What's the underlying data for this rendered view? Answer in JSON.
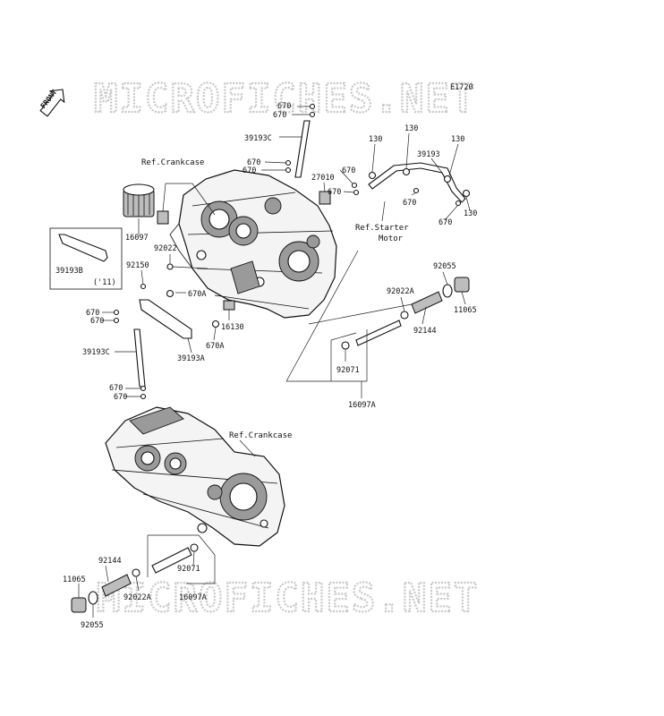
{
  "diagram_code": "E1720",
  "front_label": "FRONT",
  "watermarks": {
    "top": "MICROFICHES.NET",
    "bottom": "MICROFICHES.NET"
  },
  "refs": {
    "crankcase_top": "Ref.Crankcase",
    "crankcase_bottom": "Ref.Crankcase",
    "starter_line1": "Ref.Starter",
    "starter_line2": "Motor"
  },
  "parts": {
    "p670_1": "670",
    "p670_2": "670",
    "p39193C_top": "39193C",
    "p670_3": "670",
    "p670_4": "670",
    "p27010": "27010",
    "p130_1": "130",
    "p130_2": "130",
    "p39193": "39193",
    "p130_3": "130",
    "p670_5": "670",
    "p670_6": "670",
    "p670_7": "670",
    "p130_4": "130",
    "p16097": "16097",
    "p92022": "92022",
    "p92150": "92150",
    "p39193B": "39193B",
    "p11": "('11)",
    "p670A_1": "670A",
    "p16130": "16130",
    "p670A_2": "670A",
    "p39193A": "39193A",
    "p670_8": "670",
    "p670_9": "670",
    "p39193C_left": "39193C",
    "p670_10": "670",
    "p670_11": "670",
    "p92055_r": "92055",
    "p92022A_r": "92022A",
    "p11065_r": "11065",
    "p92144_r": "92144",
    "p92071_r": "92071",
    "p16097A_r": "16097A",
    "p92144_b": "92144",
    "p11065_b": "11065",
    "p92022A_b": "92022A",
    "p92071_b": "92071",
    "p16097A_b": "16097A",
    "p92055_b": "92055"
  }
}
